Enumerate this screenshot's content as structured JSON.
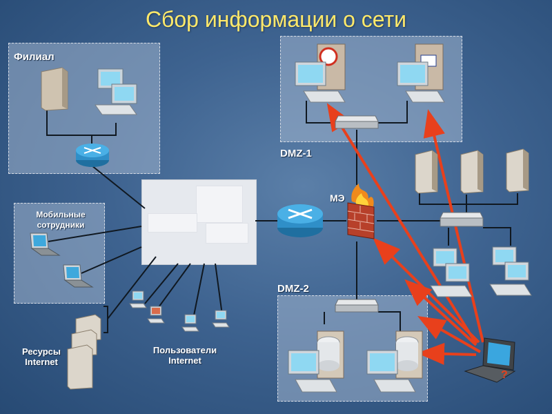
{
  "title": "Сбор информации о сети",
  "zones": {
    "filial": "Филиал",
    "dmz1": "DMZ-1",
    "dmz2": "DMZ-2",
    "mobile": "Мобильные сотрудники"
  },
  "labels": {
    "firewall": "МЭ",
    "internet_resources": "Ресурсы Internet",
    "internet_users": "Пользователи Internet"
  },
  "icons": {
    "server": "server-icon",
    "workstation": "workstation-icon",
    "router": "router-icon",
    "switch": "switch-icon",
    "laptop": "laptop-icon",
    "firewall": "firewall-icon",
    "attacker": "attacker-laptop-icon"
  },
  "colors": {
    "title": "#ffe96a",
    "attack_arrow": "#e8401c",
    "router": "#2f8fc8",
    "background": "#3e6390"
  }
}
